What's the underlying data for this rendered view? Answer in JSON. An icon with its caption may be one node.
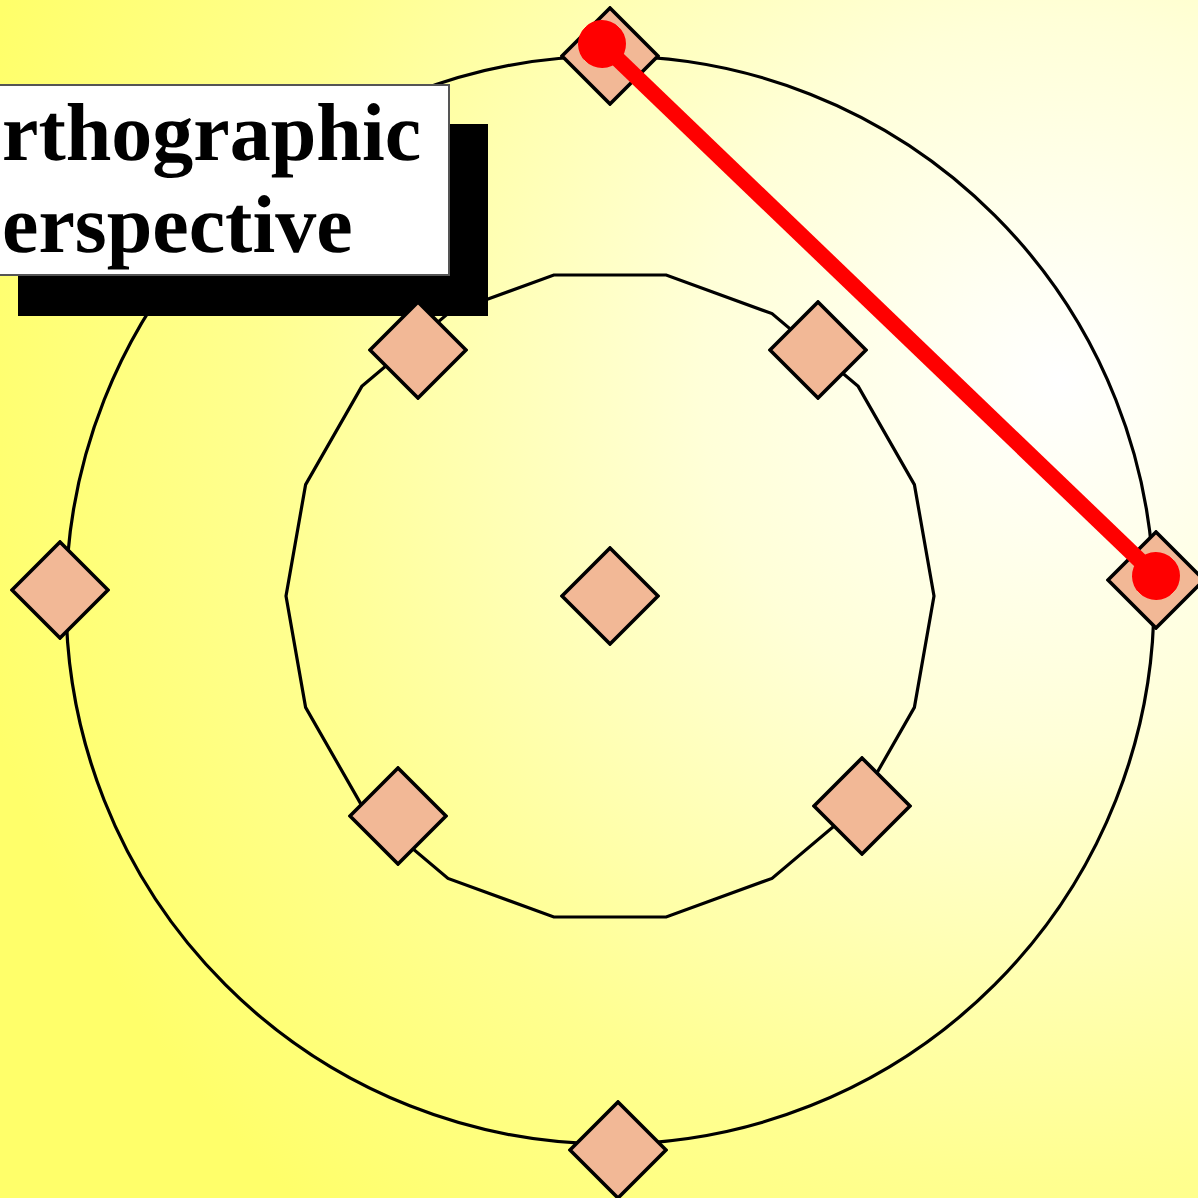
{
  "diagram": {
    "nodes": [
      {
        "text": [
          "rthographic erspective"
        ]
      },
      {
        "text": [],
        "shape": "diamond"
      },
      {
        "text": [],
        "shape": "diamond"
      },
      {
        "text": [],
        "shape": "diamond"
      },
      {
        "text": [],
        "shape": "diamond"
      },
      {
        "text": [],
        "shape": "diamond"
      },
      {
        "text": [],
        "shape": "diamond"
      },
      {
        "text": [],
        "shape": "diamond"
      },
      {
        "text": [],
        "shape": "diamond"
      },
      {
        "text": [],
        "shape": "diamond"
      }
    ],
    "edges": [
      {
        "from": 1,
        "to": 6,
        "arrow": "other"
      }
    ]
  }
}
